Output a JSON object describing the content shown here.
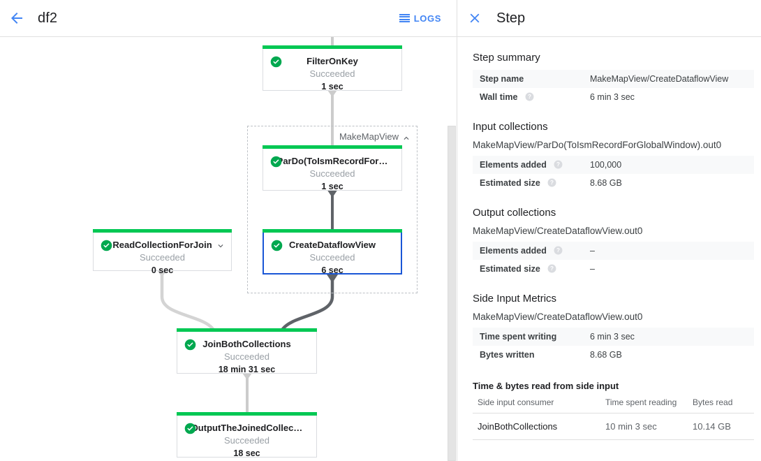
{
  "header": {
    "back_icon": "arrow-left-icon",
    "job_title": "df2",
    "logs_label": "LOGS",
    "logs_icon": "list-lines-icon",
    "accent_color": "#4285f4"
  },
  "graph": {
    "success_color": "#00c853",
    "selected_color": "#1a56d6",
    "group": {
      "label": "MakeMapView",
      "collapse_icon": "chevron-up-icon"
    },
    "nodes": [
      {
        "id": "FilterOnKey",
        "name": "FilterOnKey",
        "status": "Succeeded",
        "time": "1 sec",
        "selected": false,
        "has_chevron": false,
        "status_icon": "check-circle-icon"
      },
      {
        "id": "ParDo",
        "name": "ParDo(ToIsmRecordFor…",
        "status": "Succeeded",
        "time": "1 sec",
        "selected": false,
        "has_chevron": false,
        "status_icon": "check-circle-icon"
      },
      {
        "id": "CreateDataflowView",
        "name": "CreateDataflowView",
        "status": "Succeeded",
        "time": "6 sec",
        "selected": true,
        "has_chevron": false,
        "status_icon": "check-circle-icon"
      },
      {
        "id": "ReadCollectionForJoin",
        "name": "ReadCollectionForJoin",
        "status": "Succeeded",
        "time": "0 sec",
        "selected": false,
        "has_chevron": true,
        "chevron_icon": "chevron-down-icon",
        "status_icon": "check-circle-icon"
      },
      {
        "id": "JoinBothCollections",
        "name": "JoinBothCollections",
        "status": "Succeeded",
        "time": "18 min 31 sec",
        "selected": false,
        "has_chevron": false,
        "status_icon": "check-circle-icon"
      },
      {
        "id": "OutputTheJoinedCollection",
        "name": "OutputTheJoinedCollec…",
        "status": "Succeeded",
        "time": "18 sec",
        "selected": false,
        "has_chevron": false,
        "status_icon": "check-circle-icon"
      }
    ]
  },
  "panel": {
    "close_icon": "close-icon",
    "title": "Step",
    "step_summary": {
      "heading": "Step summary",
      "rows": [
        {
          "key": "Step name",
          "value": "MakeMapView/CreateDataflowView",
          "help": false
        },
        {
          "key": "Wall time",
          "value": "6 min 3 sec",
          "help": true
        }
      ]
    },
    "input_collections": {
      "heading": "Input collections",
      "collection": "MakeMapView/ParDo(ToIsmRecordForGlobalWindow).out0",
      "rows": [
        {
          "key": "Elements added",
          "value": "100,000",
          "help": true
        },
        {
          "key": "Estimated size",
          "value": "8.68 GB",
          "help": true
        }
      ]
    },
    "output_collections": {
      "heading": "Output collections",
      "collection": "MakeMapView/CreateDataflowView.out0",
      "rows": [
        {
          "key": "Elements added",
          "value": "–",
          "help": true
        },
        {
          "key": "Estimated size",
          "value": "–",
          "help": true
        }
      ]
    },
    "side_input_metrics": {
      "heading": "Side Input Metrics",
      "collection": "MakeMapView/CreateDataflowView.out0",
      "rows": [
        {
          "key": "Time spent writing",
          "value": "6 min 3 sec",
          "help": false
        },
        {
          "key": "Bytes written",
          "value": "8.68 GB",
          "help": false
        }
      ],
      "table_title": "Time & bytes read from side input",
      "columns": [
        "Side input consumer",
        "Time spent reading",
        "Bytes read"
      ],
      "rows_data": [
        [
          "JoinBothCollections",
          "10 min 3 sec",
          "10.14 GB"
        ]
      ]
    }
  }
}
